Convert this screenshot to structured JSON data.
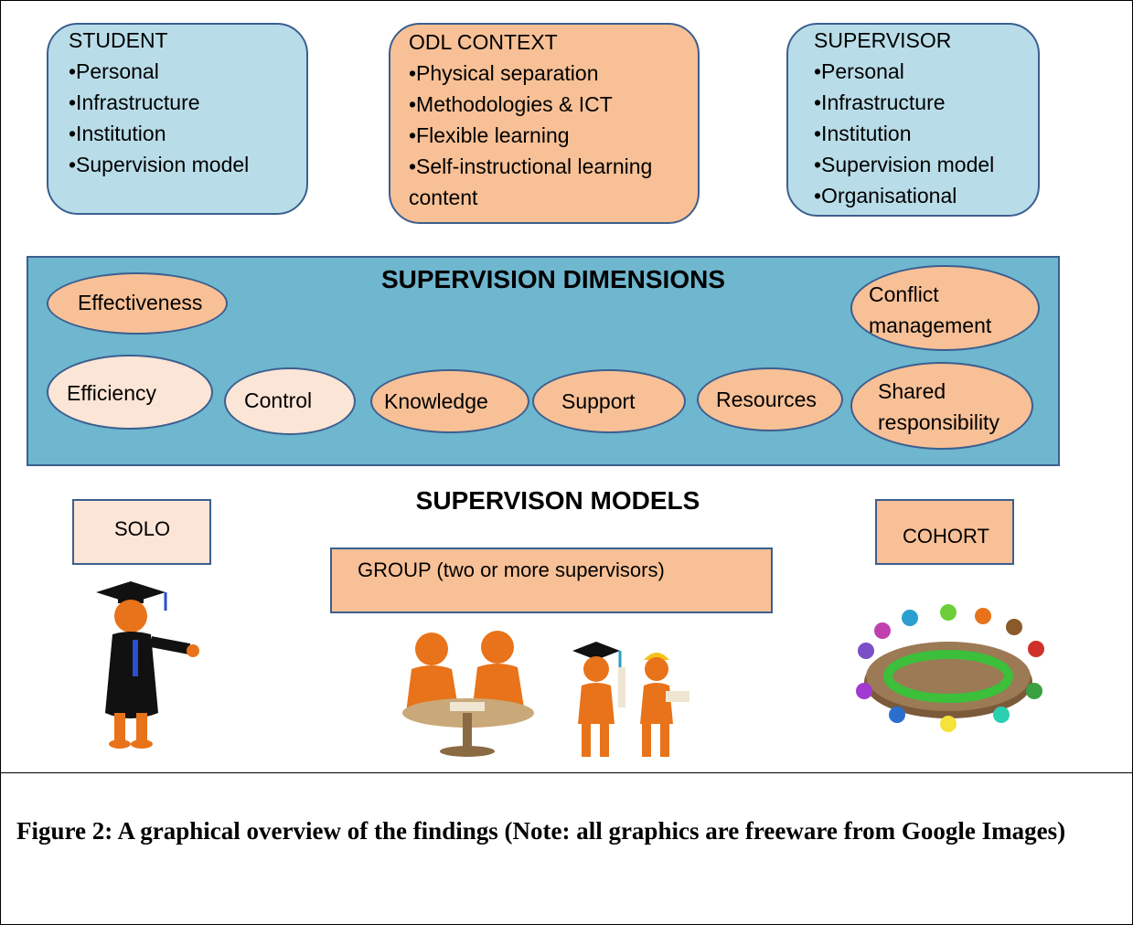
{
  "student": {
    "title": "STUDENT",
    "items": [
      "•Personal",
      "•Infrastructure",
      "•Institution",
      "•Supervision model"
    ]
  },
  "odl": {
    "title": "ODL CONTEXT",
    "items": [
      "•Physical separation",
      "•Methodologies & ICT",
      "•Flexible learning",
      "•Self-instructional learning",
      "content"
    ]
  },
  "supervisor": {
    "title": "SUPERVISOR",
    "items": [
      "•Personal",
      "•Infrastructure",
      "•Institution",
      "•Supervision model",
      "•Organisational"
    ]
  },
  "dimensions": {
    "title": "SUPERVISION DIMENSIONS",
    "effectiveness": "Effectiveness",
    "conflict_1": "Conflict",
    "conflict_2": "management",
    "efficiency": "Efficiency",
    "control": "Control",
    "knowledge": "Knowledge",
    "support": "Support",
    "resources": "Resources",
    "shared_1": "Shared",
    "shared_2": "responsibility"
  },
  "models": {
    "title": "SUPERVISON MODELS",
    "solo": "SOLO",
    "group": "GROUP (two or more supervisors)",
    "cohort": "COHORT"
  },
  "caption": "Figure 2: A graphical overview of the findings (Note: all graphics are freeware from Google Images)",
  "colors": {
    "blue_fill": "#b9dde8",
    "orange_fill": "#f8c096",
    "panel_fill": "#6fb6cf",
    "border": "#3b5f8f",
    "light_fill": "#fbe5d6"
  }
}
